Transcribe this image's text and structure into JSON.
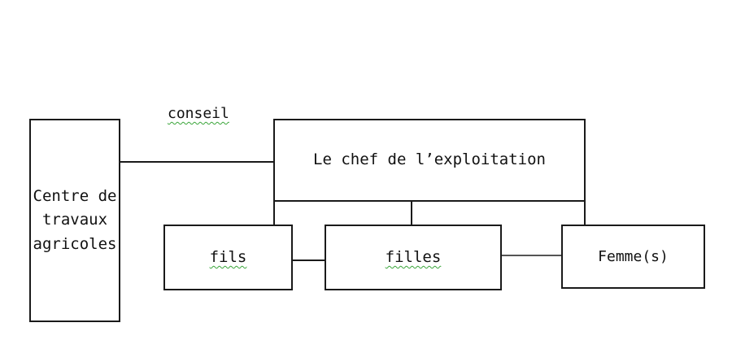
{
  "diagram": {
    "conseil_label": "conseil",
    "centre_label": "Centre de\ntravaux\nagricoles",
    "chef_label": "Le chef de l’exploitation",
    "fils_label": "fils",
    "filles_label": "filles",
    "femmes_label": "Femme(s)"
  }
}
